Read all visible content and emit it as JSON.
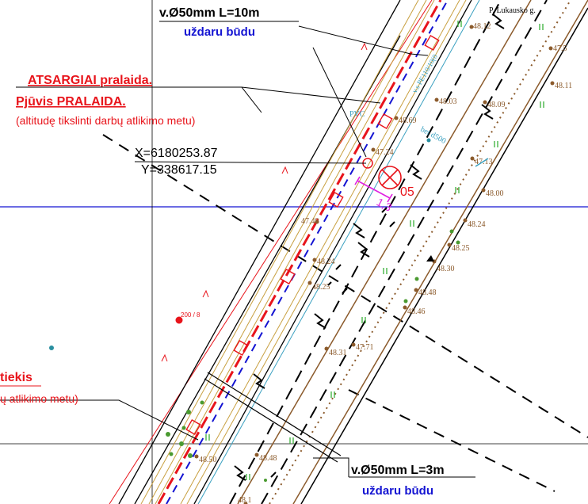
{
  "callouts": {
    "top_pipe": "v.Ø50mm L=10m",
    "top_closed": "uždaru būdu",
    "bottom_pipe": "v.Ø50mm L=3m",
    "bottom_closed": "uždaru būdu",
    "guards": "ATSARGIAI pralaida.",
    "cut": "Pjūvis PRALAIDA.",
    "altitude_note": "(altitudę tikslinti darbų atlikimo metu)",
    "left_red_partial": "tiekis",
    "left_note_partial": "ų atlikimo metu)"
  },
  "coordinates": {
    "x": "X=6180253.87",
    "y": "Y=338617.15"
  },
  "street_name": "P. Lukausko g.",
  "marker_number": "05",
  "dimension_value": "1,3",
  "pipe_labels": {
    "pvc": "PVC",
    "bet": "bet d500",
    "pe": "v.s PE110/10(0"
  },
  "elevations": [
    "48.12",
    "47.5",
    "48.11",
    "48.03",
    "48.09",
    "48.69",
    "47.24",
    "47.13",
    "48.00",
    "48.24",
    "48.25",
    "48.30",
    "48.48",
    "48.46",
    "48.24",
    "48.25",
    "48.31",
    "47.71",
    "48.48",
    "48.50",
    "47.48",
    "48.1"
  ],
  "red_line_label": "200 / 8",
  "colors": {
    "red": "#e8141b",
    "blue": "#1414d2",
    "magenta": "#e020e0",
    "brown": "#8b5a2b",
    "olive": "#c8a040",
    "green": "#38b038",
    "cyan": "#3aa0c0",
    "black": "#000000"
  }
}
